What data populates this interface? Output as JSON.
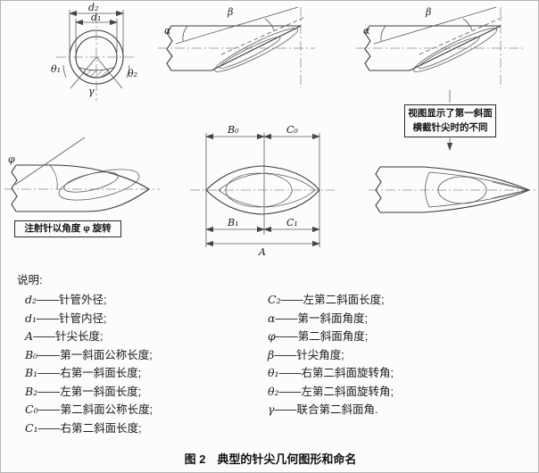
{
  "figure": {
    "caption": "图 2　典型的针尖几何图形和命名"
  },
  "symbols": {
    "d2": "d₂",
    "d1": "d₁",
    "A": "A",
    "B0": "B₀",
    "B1": "B₁",
    "C0": "C₀",
    "C1": "C₁",
    "alpha": "α",
    "beta": "β",
    "phi": "φ",
    "gamma": "γ",
    "theta1": "θ₁",
    "theta2": "θ₂"
  },
  "annotations": {
    "view_note": {
      "line1": "视图显示了第一斜面",
      "line2": "横截针尖时的不同"
    },
    "rotate_note": "注射针以角度 φ 旋转"
  },
  "legend": {
    "title": "说明:",
    "left": [
      {
        "symbol": "d₂",
        "desc": "——针管外径;"
      },
      {
        "symbol": "d₁",
        "desc": "——针管内径;"
      },
      {
        "symbol": "A",
        "desc": "——针尖长度;"
      },
      {
        "symbol": "B₀",
        "desc": "——第一斜面公称长度;"
      },
      {
        "symbol": "B₁",
        "desc": "——右第一斜面长度;"
      },
      {
        "symbol": "B₂",
        "desc": "——左第一斜面长度;"
      },
      {
        "symbol": "C₀",
        "desc": "——第二斜面公称长度;"
      },
      {
        "symbol": "C₁",
        "desc": "——右第二斜面长度;"
      }
    ],
    "right": [
      {
        "symbol": "C₂",
        "desc": "——左第二斜面长度;"
      },
      {
        "symbol": "α",
        "desc": "——第一斜面角度;"
      },
      {
        "symbol": "φ",
        "desc": "——第二斜面角度;"
      },
      {
        "symbol": "β",
        "desc": "——针尖角度;"
      },
      {
        "symbol": "θ₁",
        "desc": "——右第二斜面旋转角;"
      },
      {
        "symbol": "θ₂",
        "desc": "——左第二斜面旋转角;"
      },
      {
        "symbol": "γ",
        "desc": "——联合第二斜面角."
      }
    ]
  }
}
